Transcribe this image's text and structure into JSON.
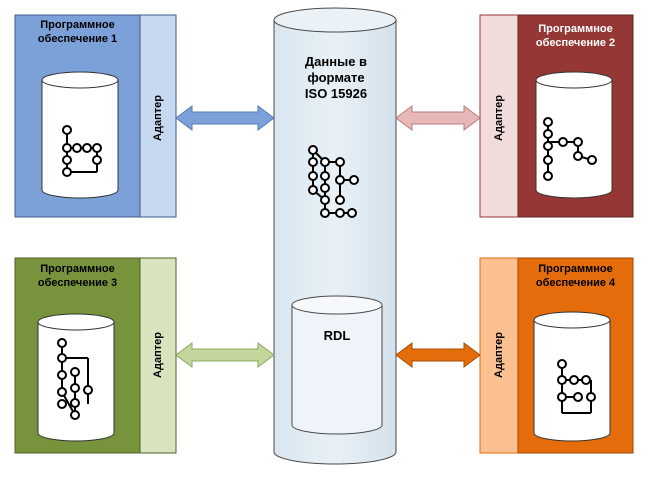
{
  "central": {
    "title_line1": "Данные в",
    "title_line2": "формате",
    "title_line3": "ISO 15926",
    "rdl_label": "RDL"
  },
  "blocks": [
    {
      "title_line1": "Программное",
      "title_line2": "обеспечение 1",
      "adapter": "Адаптер",
      "fill": "#7ca0d8",
      "adapter_fill": "#c6d9f0",
      "arrow": "#7ca0d8"
    },
    {
      "title_line1": "Программное",
      "title_line2": "обеспечение 2",
      "adapter": "Адаптер",
      "fill": "#953735",
      "adapter_fill": "#f2dcdb",
      "arrow": "#e6b9b8"
    },
    {
      "title_line1": "Программное",
      "title_line2": "обеспечение 3",
      "adapter": "Адаптер",
      "fill": "#77933c",
      "adapter_fill": "#d7e4bd",
      "arrow": "#c3d69b"
    },
    {
      "title_line1": "Программное",
      "title_line2": "обеспечение 4",
      "adapter": "Адаптер",
      "fill": "#e46c0a",
      "adapter_fill": "#fac090",
      "arrow": "#e46c0a"
    }
  ],
  "icons": [
    "node-graph-icon"
  ]
}
